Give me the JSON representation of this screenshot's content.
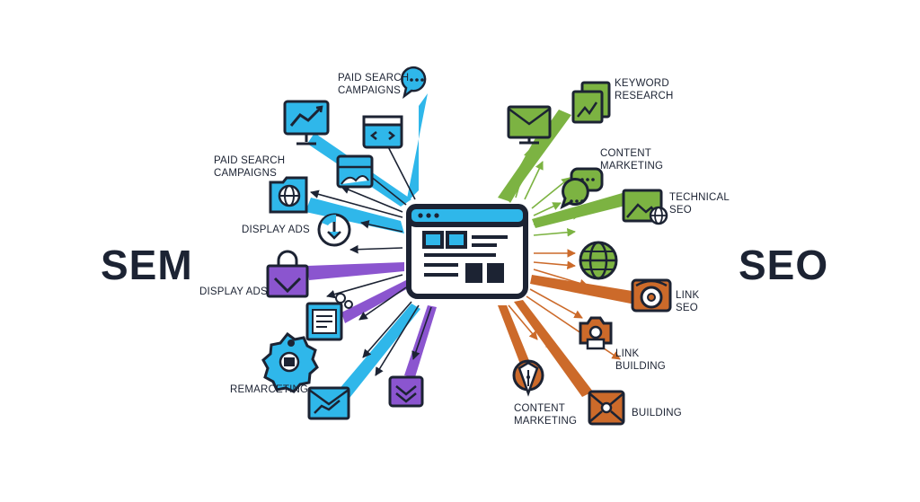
{
  "title_left": "SEM",
  "title_right": "SEO",
  "center_icon": "browser-window-icon",
  "colors": {
    "dark": "#1c2333",
    "blue": "#2fb7ea",
    "purple": "#8b55cf",
    "green": "#7cb342",
    "orange": "#cc6a2a"
  },
  "sem_labels": [
    "PAID SEARCH\nCAMPAIGNS",
    "PAID SEARCH\nCAMPAIGNS",
    "DISPLAY ADS",
    "DISPLAY ADS",
    "REMARCETING"
  ],
  "seo_labels": [
    "KEYWORD\nRESEARCH",
    "CONTENT\nMARKETING",
    "TECHNICAL\nSEO",
    "LINK\nSEO",
    "LINK\nBUILDING",
    "CONTENT\nMARKETING",
    "BUILDING"
  ],
  "icons": {
    "sem": [
      "chart-screen-icon",
      "browser-code-icon",
      "speech-bubble-icon",
      "layout-card-icon",
      "globe-folder-icon",
      "download-target-icon",
      "shopping-bag-icon",
      "document-icon",
      "gear-network-icon",
      "envelope-chart-icon",
      "purple-chevron-icon"
    ],
    "seo": [
      "email-monitor-icon",
      "keyword-folders-icon",
      "chat-bubbles-icon",
      "image-globe-icon",
      "globe-icon",
      "link-seo-icon",
      "link-building-icon",
      "pen-nib-icon",
      "envelope-target-icon"
    ]
  }
}
